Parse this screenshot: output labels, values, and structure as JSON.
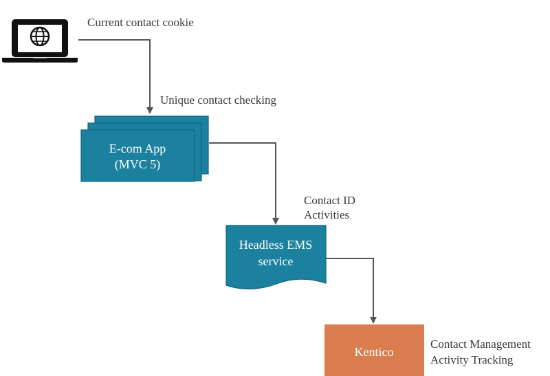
{
  "diagram": {
    "nodes": {
      "laptop": {
        "icon": "laptop-globe-icon"
      },
      "ecom_app": {
        "line1": "E-com App",
        "line2": "(MVC 5)"
      },
      "headless_ems": {
        "line1": "Headless EMS",
        "line2": "service"
      },
      "kentico": {
        "label": "Kentico"
      }
    },
    "labels": {
      "current_contact_cookie": "Current contact cookie",
      "unique_contact_checking": "Unique contact checking",
      "contact_id": "Contact ID",
      "activities": "Activities",
      "contact_management": "Contact Management",
      "activity_tracking": "Activity Tracking"
    },
    "colors": {
      "teal": "#1b819f",
      "teal_border": "#0f6680",
      "orange": "#da7e4f",
      "connector": "#555555",
      "icon_dark": "#111111"
    }
  }
}
